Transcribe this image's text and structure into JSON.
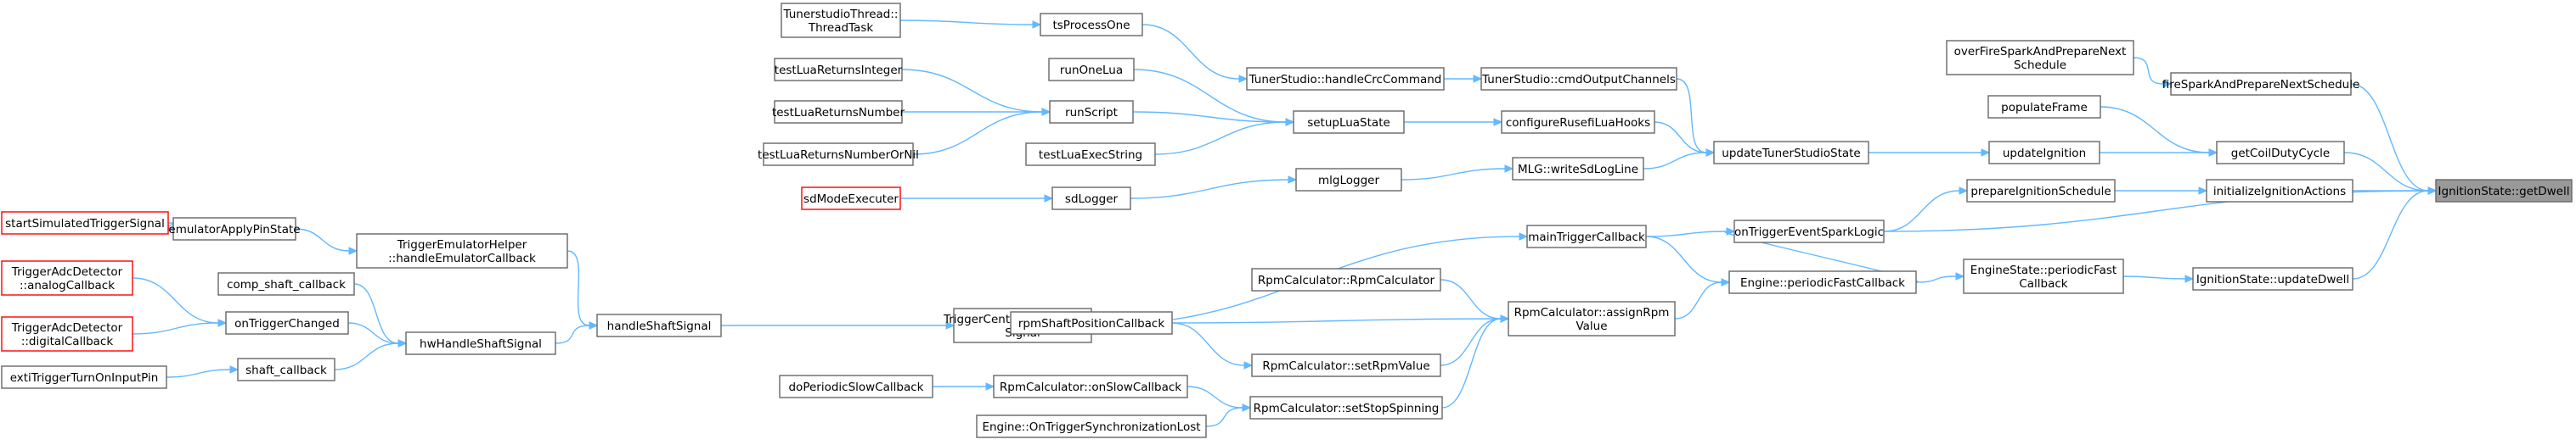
{
  "diagram": {
    "nodes": [
      {
        "id": "getDwell",
        "lines": [
          "IgnitionState::getDwell"
        ],
        "style": "root"
      },
      {
        "id": "fireSpark",
        "lines": [
          "fireSparkAndPrepareNextSchedule"
        ]
      },
      {
        "id": "overFire",
        "lines": [
          "overFireSparkAndPrepareNext",
          "Schedule"
        ]
      },
      {
        "id": "getCoil",
        "lines": [
          "getCoilDutyCycle"
        ]
      },
      {
        "id": "populateFrame",
        "lines": [
          "populateFrame"
        ]
      },
      {
        "id": "updateIgnition",
        "lines": [
          "updateIgnition"
        ]
      },
      {
        "id": "updateTS",
        "lines": [
          "updateTunerStudioState"
        ]
      },
      {
        "id": "cmdOutput",
        "lines": [
          "TunerStudio::cmdOutputChannels"
        ]
      },
      {
        "id": "handleCrc",
        "lines": [
          "TunerStudio::handleCrcCommand"
        ]
      },
      {
        "id": "tsProcess",
        "lines": [
          "tsProcessOne"
        ]
      },
      {
        "id": "tsThread",
        "lines": [
          "TunerstudioThread::",
          "ThreadTask"
        ]
      },
      {
        "id": "configLua",
        "lines": [
          "configureRusefiLuaHooks"
        ]
      },
      {
        "id": "setupLua",
        "lines": [
          "setupLuaState"
        ]
      },
      {
        "id": "runOneLua",
        "lines": [
          "runOneLua"
        ]
      },
      {
        "id": "runScript",
        "lines": [
          "runScript"
        ]
      },
      {
        "id": "tlInt",
        "lines": [
          "testLuaReturnsInteger"
        ]
      },
      {
        "id": "tlNum",
        "lines": [
          "testLuaReturnsNumber"
        ]
      },
      {
        "id": "tlNil",
        "lines": [
          "testLuaReturnsNumberOrNil"
        ]
      },
      {
        "id": "tlExec",
        "lines": [
          "testLuaExecString"
        ]
      },
      {
        "id": "mlgWrite",
        "lines": [
          "MLG::writeSdLogLine"
        ]
      },
      {
        "id": "mlgLogger",
        "lines": [
          "mlgLogger"
        ]
      },
      {
        "id": "sdLogger",
        "lines": [
          "sdLogger"
        ]
      },
      {
        "id": "sdMode",
        "lines": [
          "sdModeExecuter"
        ],
        "style": "red"
      },
      {
        "id": "initIgn",
        "lines": [
          "initializeIgnitionActions"
        ]
      },
      {
        "id": "prepIgn",
        "lines": [
          "prepareIgnitionSchedule"
        ]
      },
      {
        "id": "onTrigSpark",
        "lines": [
          "onTriggerEventSparkLogic"
        ]
      },
      {
        "id": "mainTrig",
        "lines": [
          "mainTriggerCallback"
        ]
      },
      {
        "id": "trigCentral",
        "lines": [
          "TriggerCentral::handleShaft",
          "Signal"
        ]
      },
      {
        "id": "handleShaft",
        "lines": [
          "handleShaftSignal"
        ]
      },
      {
        "id": "hwHandle",
        "lines": [
          "hwHandleShaftSignal"
        ]
      },
      {
        "id": "emuCb",
        "lines": [
          "TriggerEmulatorHelper",
          "::handleEmulatorCallback"
        ]
      },
      {
        "id": "emuApply",
        "lines": [
          "emulatorApplyPinState"
        ]
      },
      {
        "id": "startSim",
        "lines": [
          "startSimulatedTriggerSignal"
        ],
        "style": "red"
      },
      {
        "id": "compShaft",
        "lines": [
          "comp_shaft_callback"
        ]
      },
      {
        "id": "onTrigChanged",
        "lines": [
          "onTriggerChanged"
        ]
      },
      {
        "id": "adcAnalog",
        "lines": [
          "TriggerAdcDetector",
          "::analogCallback"
        ],
        "style": "red"
      },
      {
        "id": "adcDigital",
        "lines": [
          "TriggerAdcDetector",
          "::digitalCallback"
        ],
        "style": "red"
      },
      {
        "id": "shaftCb",
        "lines": [
          "shaft_callback"
        ]
      },
      {
        "id": "extiTrig",
        "lines": [
          "extiTriggerTurnOnInputPin"
        ]
      },
      {
        "id": "updDwell",
        "lines": [
          "IgnitionState::updateDwell"
        ]
      },
      {
        "id": "engPeriodic",
        "lines": [
          "EngineState::periodicFast",
          "Callback"
        ]
      },
      {
        "id": "enginePF",
        "lines": [
          "Engine::periodicFastCallback"
        ]
      },
      {
        "id": "assignRpm",
        "lines": [
          "RpmCalculator::assignRpm",
          "Value"
        ]
      },
      {
        "id": "rpmCalc",
        "lines": [
          "RpmCalculator::RpmCalculator"
        ]
      },
      {
        "id": "rpmShaft",
        "lines": [
          "rpmShaftPositionCallback"
        ]
      },
      {
        "id": "setRpm",
        "lines": [
          "RpmCalculator::setRpmValue"
        ]
      },
      {
        "id": "setStop",
        "lines": [
          "RpmCalculator::setStopSpinning"
        ]
      },
      {
        "id": "onSlow",
        "lines": [
          "RpmCalculator::onSlowCallback"
        ]
      },
      {
        "id": "doPeriodic",
        "lines": [
          "doPeriodicSlowCallback"
        ]
      },
      {
        "id": "onSyncLost",
        "lines": [
          "Engine::OnTriggerSynchronizationLost"
        ]
      }
    ],
    "edges": [
      [
        "fireSpark",
        "getDwell"
      ],
      [
        "getCoil",
        "getDwell"
      ],
      [
        "initIgn",
        "getDwell"
      ],
      [
        "onTrigSpark",
        "getDwell"
      ],
      [
        "updDwell",
        "getDwell"
      ],
      [
        "overFire",
        "fireSpark"
      ],
      [
        "populateFrame",
        "getCoil"
      ],
      [
        "updateIgnition",
        "getCoil"
      ],
      [
        "updateTS",
        "updateIgnition"
      ],
      [
        "cmdOutput",
        "updateTS"
      ],
      [
        "configLua",
        "updateTS"
      ],
      [
        "mlgWrite",
        "updateTS"
      ],
      [
        "handleCrc",
        "cmdOutput"
      ],
      [
        "tsProcess",
        "handleCrc"
      ],
      [
        "tsThread",
        "tsProcess"
      ],
      [
        "setupLua",
        "configLua"
      ],
      [
        "runOneLua",
        "setupLua"
      ],
      [
        "runScript",
        "setupLua"
      ],
      [
        "tlExec",
        "setupLua"
      ],
      [
        "tlInt",
        "runScript"
      ],
      [
        "tlNum",
        "runScript"
      ],
      [
        "tlNil",
        "runScript"
      ],
      [
        "mlgLogger",
        "mlgWrite"
      ],
      [
        "sdLogger",
        "mlgLogger"
      ],
      [
        "sdMode",
        "sdLogger"
      ],
      [
        "prepIgn",
        "initIgn"
      ],
      [
        "onTrigSpark",
        "prepIgn"
      ],
      [
        "mainTrig",
        "onTrigSpark"
      ],
      [
        "enginePF",
        "onTrigSpark"
      ],
      [
        "trigCentral",
        "mainTrig"
      ],
      [
        "handleShaft",
        "trigCentral"
      ],
      [
        "hwHandle",
        "handleShaft"
      ],
      [
        "emuCb",
        "handleShaft"
      ],
      [
        "emuApply",
        "emuCb"
      ],
      [
        "startSim",
        "emuApply"
      ],
      [
        "compShaft",
        "hwHandle"
      ],
      [
        "onTrigChanged",
        "hwHandle"
      ],
      [
        "shaftCb",
        "hwHandle"
      ],
      [
        "adcAnalog",
        "onTrigChanged"
      ],
      [
        "adcDigital",
        "onTrigChanged"
      ],
      [
        "extiTrig",
        "shaftCb"
      ],
      [
        "engPeriodic",
        "updDwell"
      ],
      [
        "enginePF",
        "engPeriodic"
      ],
      [
        "mainTrig",
        "enginePF"
      ],
      [
        "assignRpm",
        "enginePF"
      ],
      [
        "rpmCalc",
        "assignRpm"
      ],
      [
        "rpmShaft",
        "assignRpm"
      ],
      [
        "setRpm",
        "assignRpm"
      ],
      [
        "setStop",
        "assignRpm"
      ],
      [
        "trigCentral",
        "rpmShaft"
      ],
      [
        "rpmShaft",
        "setRpm"
      ],
      [
        "onSlow",
        "setStop"
      ],
      [
        "onSyncLost",
        "setStop"
      ],
      [
        "doPeriodic",
        "onSlow"
      ]
    ]
  }
}
